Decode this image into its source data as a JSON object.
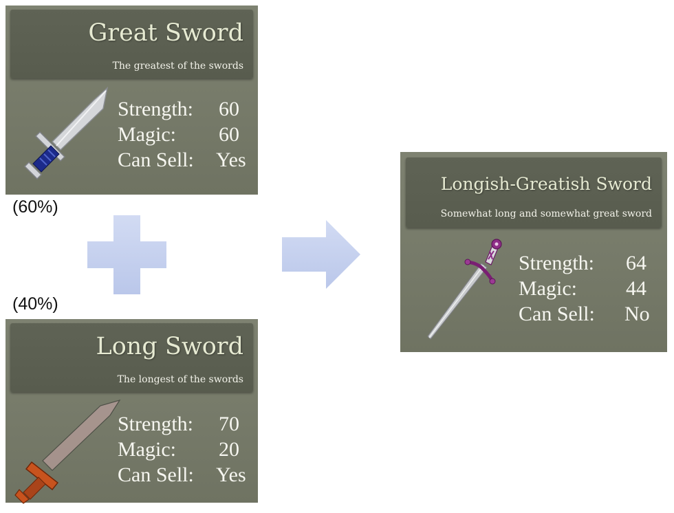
{
  "cards": {
    "great_sword": {
      "title": "Great Sword",
      "subtitle": "The greatest of the swords",
      "stats": [
        {
          "label": "Strength:",
          "value": "60"
        },
        {
          "label": "Magic:",
          "value": "60"
        },
        {
          "label": "Can Sell:",
          "value": "Yes"
        }
      ],
      "weight_label": "(60%)"
    },
    "long_sword": {
      "title": "Long Sword",
      "subtitle": "The longest of the swords",
      "stats": [
        {
          "label": "Strength:",
          "value": "70"
        },
        {
          "label": "Magic:",
          "value": "20"
        },
        {
          "label": "Can Sell:",
          "value": "Yes"
        }
      ],
      "weight_label": "(40%)"
    },
    "result_sword": {
      "title": "Longish-Greatish Sword",
      "subtitle": "Somewhat long and somewhat great sword",
      "stats": [
        {
          "label": "Strength:",
          "value": "64"
        },
        {
          "label": "Magic:",
          "value": "44"
        },
        {
          "label": "Can Sell:",
          "value": "No"
        }
      ]
    }
  },
  "icons": {
    "plus": "plus-icon",
    "arrow": "arrow-right-icon",
    "great_sword": "great-sword-icon",
    "long_sword": "long-sword-icon",
    "result_sword": "longish-greatish-sword-icon"
  },
  "colors": {
    "card_bg": "#777b6a",
    "card_header": "#5c6052",
    "title_text": "#e6ead2",
    "connector_fill": "#c9d3ef"
  }
}
